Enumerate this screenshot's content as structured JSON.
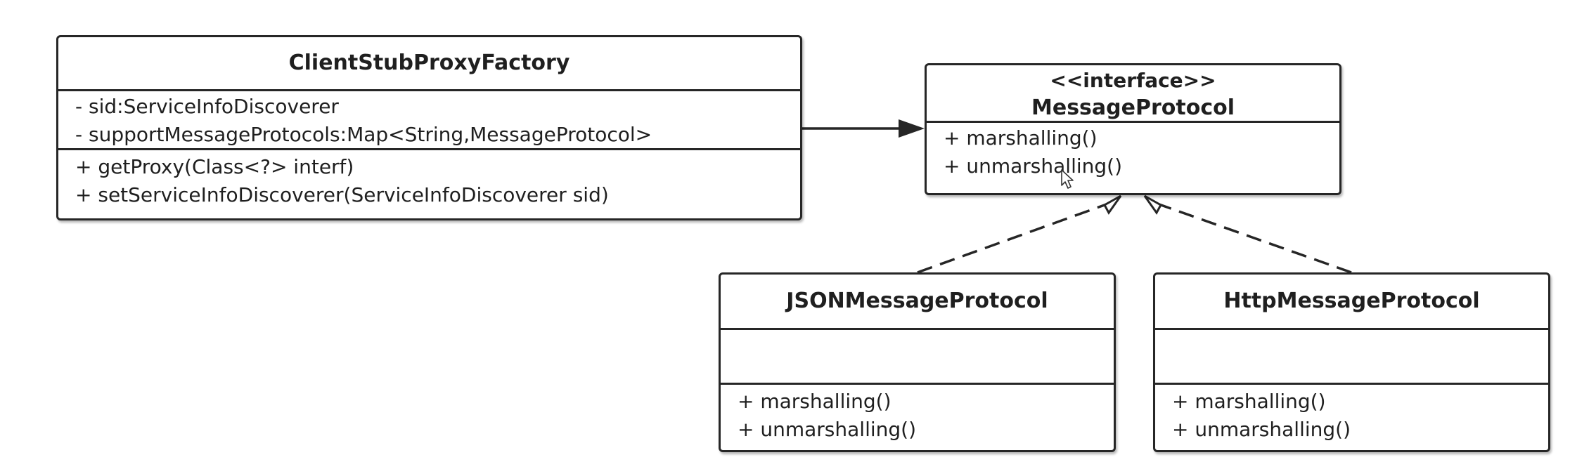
{
  "diagram": {
    "classes": {
      "client_stub_proxy_factory": {
        "name": "ClientStubProxyFactory",
        "attributes": [
          "- sid:ServiceInfoDiscoverer",
          "- supportMessageProtocols:Map<String,MessageProtocol>"
        ],
        "operations": [
          "+ getProxy(Class<?> interf)",
          "+ setServiceInfoDiscoverer(ServiceInfoDiscoverer sid)"
        ]
      },
      "message_protocol": {
        "stereotype": "<<interface>>",
        "name": "MessageProtocol",
        "operations": [
          "+ marshalling()",
          "+ unmarshalling()"
        ]
      },
      "json_message_protocol": {
        "name": "JSONMessageProtocol",
        "attributes": [],
        "operations": [
          "+ marshalling()",
          "+ unmarshalling()"
        ]
      },
      "http_message_protocol": {
        "name": "HttpMessageProtocol",
        "attributes": [],
        "operations": [
          "+ marshalling()",
          "+ unmarshalling()"
        ]
      }
    },
    "relations": [
      {
        "type": "association",
        "from": "ClientStubProxyFactory",
        "to": "MessageProtocol"
      },
      {
        "type": "realization",
        "from": "JSONMessageProtocol",
        "to": "MessageProtocol"
      },
      {
        "type": "realization",
        "from": "HttpMessageProtocol",
        "to": "MessageProtocol"
      }
    ],
    "colors": {
      "stroke": "#262626",
      "text": "#1f1f1f",
      "background": "#ffffff"
    }
  }
}
